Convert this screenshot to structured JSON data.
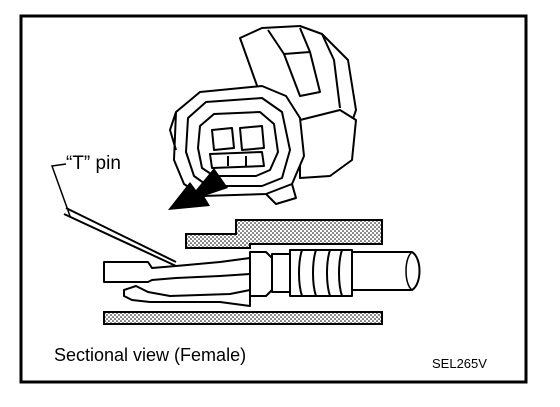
{
  "diagram": {
    "pin_label": "“T” pin",
    "caption": "Sectional view (Female)",
    "figure_code": "SEL265V"
  }
}
